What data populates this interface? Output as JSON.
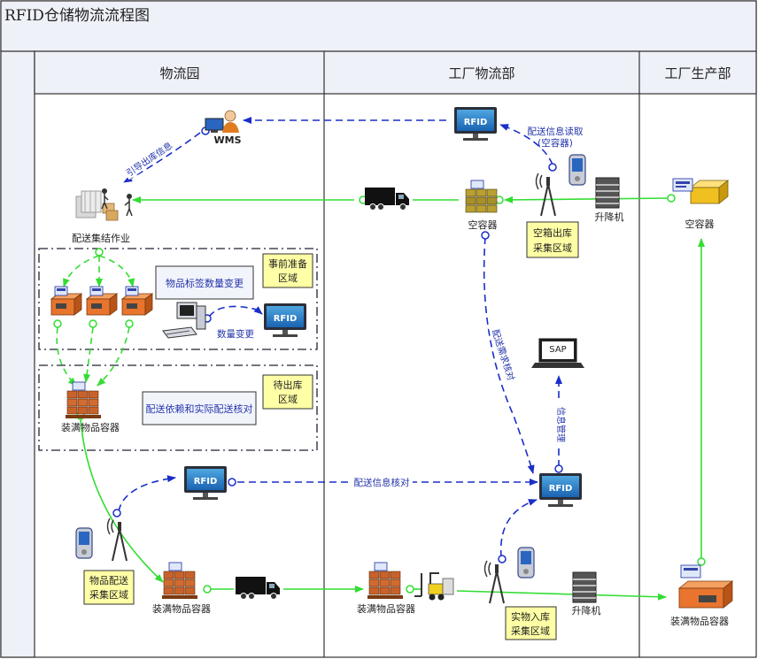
{
  "title": "RFID仓储物流流程图",
  "lanes": [
    "物流园",
    "工厂物流部",
    "工厂生产部"
  ],
  "labels": {
    "wms": "WMS",
    "rfid": "RFID",
    "sap": "SAP",
    "peisong_jijie": "配送集结作业",
    "kong_rongqi": "空容器",
    "shengjiangji": "升降机",
    "zhuangman": "装满物品容器",
    "shuliang_biangeng": "数量变更",
    "yingdao_xinxi": "引导出库信息",
    "peisong_xinxi_duqu_1": "配送信息读取",
    "peisong_xinxi_duqu_2": "(空容器)",
    "peisong_xuqiu_hedui": "配送需求核对",
    "peisong_xinxi_hedui": "配送信息核对",
    "xinxi_guanli": "信息管理"
  },
  "boxes": {
    "shiqian_1": "事前准备",
    "shiqian_2": "区域",
    "biaoqian": "物品标签数量变更",
    "daichuku_1": "待出库",
    "daichuku_2": "区域",
    "yilai": "配送依赖和实际配送核对",
    "kongxiang_1": "空箱出库",
    "kongxiang_2": "采集区域",
    "wupin_1": "物品配送",
    "wupin_2": "采集区域",
    "shiwu_1": "实物入库",
    "shiwu_2": "采集区域"
  },
  "colors": {
    "green_flow": "#33dd33",
    "blue_info": "#1a2ec8",
    "note_yellow": "#ffffa6",
    "header_bg": "#eef1f8",
    "container_orange": "#e8742e"
  }
}
